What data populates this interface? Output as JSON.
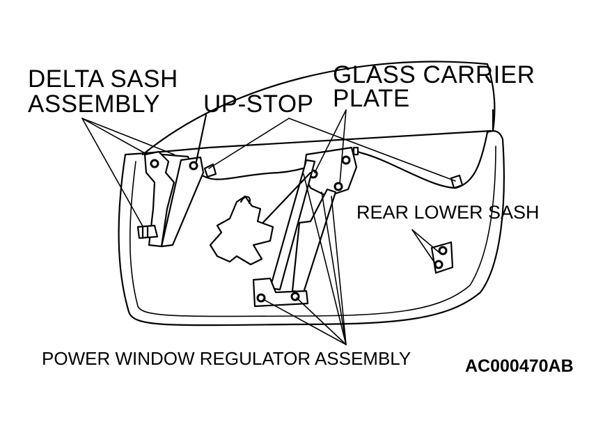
{
  "labels": {
    "delta_sash_line1": "DELTA SASH",
    "delta_sash_line2": "ASSEMBLY",
    "up_stop": "UP-STOP",
    "glass_carrier_line1": "GLASS CARRIER",
    "glass_carrier_line2": "PLATE",
    "rear_lower_sash": "REAR LOWER SASH",
    "power_window_regulator": "POWER WINDOW REGULATOR ASSEMBLY",
    "figure_code": "AC000470AB"
  },
  "colors": {
    "ink": "#000000",
    "paper": "#ffffff"
  }
}
